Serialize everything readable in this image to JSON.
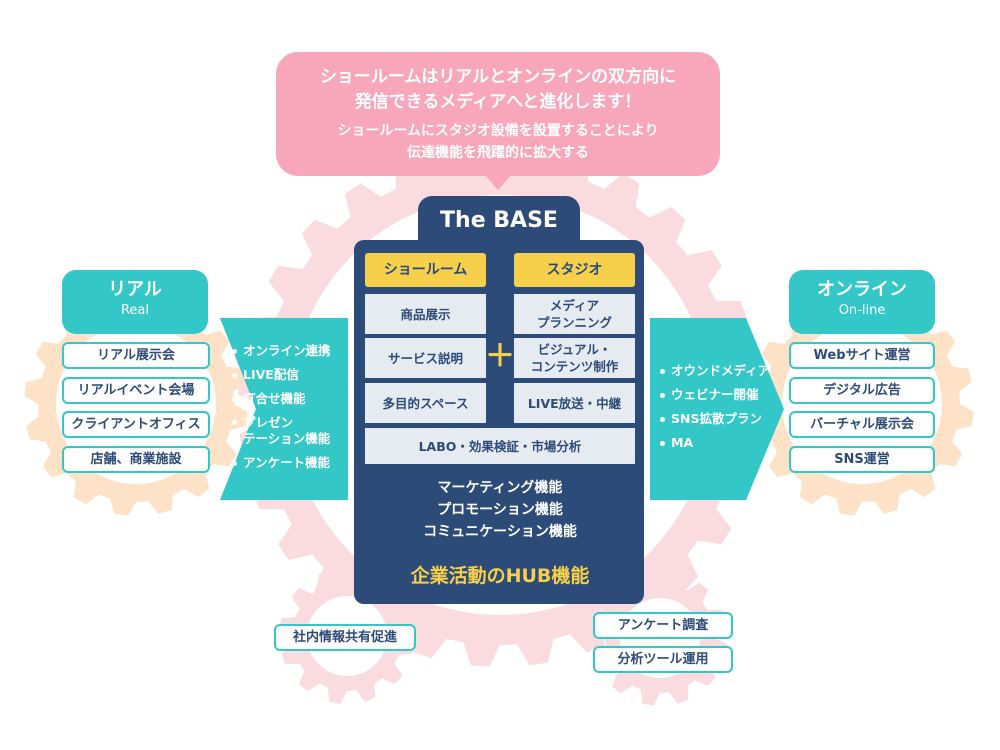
{
  "banner": {
    "line1": "ショールームはリアルとオンラインの双方向に",
    "line2": "発信できるメディアへと進化します！",
    "line3": "ショールームにスタジオ設備を設置することにより",
    "line4": "伝達機能を飛躍的に拡大する"
  },
  "base": {
    "title": "The BASE",
    "showroom_header": "ショールーム",
    "studio_header": "スタジオ",
    "showroom_items": [
      "商品展示",
      "サービス説明",
      "多目的スペース"
    ],
    "studio_items": [
      "メディア\nプランニング",
      "ビジュアル・\nコンテンツ制作",
      "LIVE放送・中継"
    ],
    "plus": "＋",
    "labo": "LABO・効果検証・市場分析",
    "functions": [
      "マーケティング機能",
      "プロモーション機能",
      "コミュニケーション機能"
    ],
    "hub": "企業活動のHUB機能"
  },
  "real": {
    "title": "リアル",
    "subtitle": "Real",
    "items": [
      "リアル展示会",
      "リアルイベント会場",
      "クライアントオフィス",
      "店舗、商業施設"
    ],
    "features": [
      "オンライン連携",
      "LIVE配信",
      "打合せ機能",
      "プレゼン\nテーション機能",
      "アンケート機能"
    ]
  },
  "online": {
    "title": "オンライン",
    "subtitle": "On-line",
    "items": [
      "Webサイト運営",
      "デジタル広告",
      "バーチャル展示会",
      "SNS運営"
    ],
    "features": [
      "オウンドメディア",
      "ウェビナー開催",
      "SNS拡散プラン",
      "MA"
    ]
  },
  "bottom": {
    "left_item": "社内情報共有促進",
    "right_items": [
      "アンケート調査",
      "分析ツール運用"
    ]
  },
  "colors": {
    "navy": "#2d4b78",
    "teal": "#34c7c7",
    "pink": "#f8a7bb",
    "yellow": "#f6cf4b",
    "gear_pink": "#fadbe0",
    "gear_orange": "#fde2c8"
  }
}
